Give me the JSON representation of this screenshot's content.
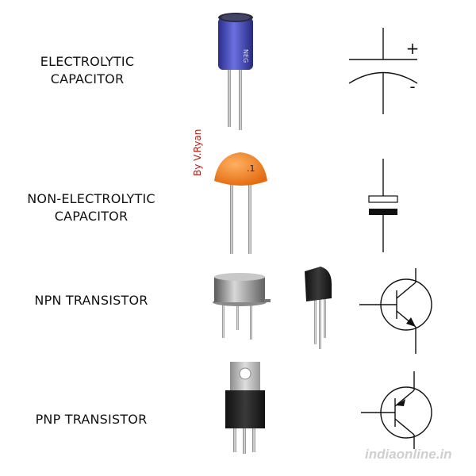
{
  "labels": {
    "electrolytic": [
      "ELECTROLYTIC",
      "CAPACITOR"
    ],
    "non_electrolytic": [
      "NON-ELECTROLYTIC",
      "CAPACITOR"
    ],
    "npn": "NPN TRANSISTOR",
    "pnp": "PNP TRANSISTOR"
  },
  "symbols": {
    "plus": "+",
    "minus": "-"
  },
  "component_marks": {
    "electrolytic_body": "NEG",
    "ceramic_value": ".1"
  },
  "credit": "By V.Ryan",
  "watermark": "indiaonline.in",
  "colors": {
    "electrolytic_body": "#4a4fc0",
    "ceramic_body": "#f07818",
    "credit_text": "#b0241a",
    "symbol_stroke": "#111111"
  }
}
